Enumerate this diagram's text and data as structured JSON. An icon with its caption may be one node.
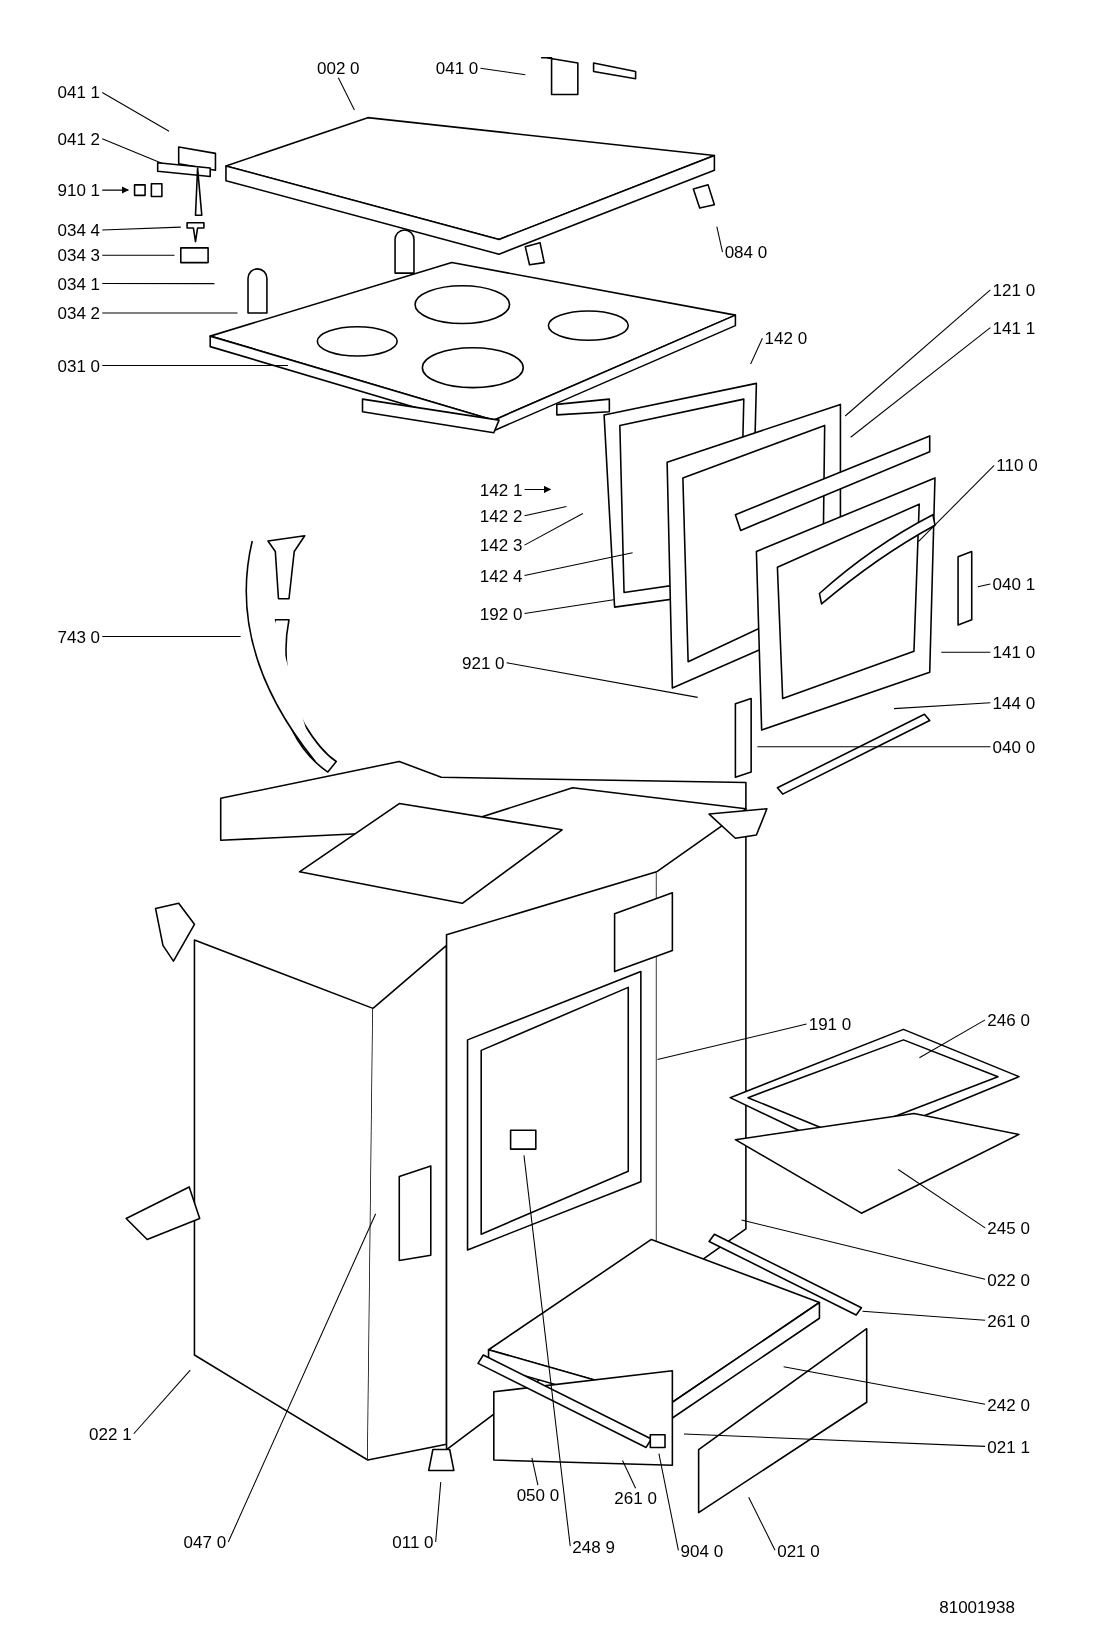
{
  "diagram": {
    "nodes": [
      {
        "text": [
          "041 1"
        ]
      },
      {
        "text": [
          "002 0"
        ]
      },
      {
        "text": [
          "041 0"
        ]
      },
      {
        "text": [
          "041 2"
        ]
      },
      {
        "text": [
          "910 1"
        ]
      },
      {
        "text": [
          "034 4"
        ]
      },
      {
        "text": [
          "034 3"
        ]
      },
      {
        "text": [
          "084 0"
        ]
      },
      {
        "text": [
          "034 1"
        ]
      },
      {
        "text": [
          "034 2"
        ]
      },
      {
        "text": [
          "121 0"
        ]
      },
      {
        "text": [
          "141 1"
        ]
      },
      {
        "text": [
          "142 0"
        ]
      },
      {
        "text": [
          "031 0"
        ]
      },
      {
        "text": [
          "110 0"
        ]
      },
      {
        "text": [
          "142 1"
        ]
      },
      {
        "text": [
          "142 2"
        ]
      },
      {
        "text": [
          "142 3"
        ]
      },
      {
        "text": [
          "142 4"
        ]
      },
      {
        "text": [
          "192 0"
        ]
      },
      {
        "text": [
          "040 1"
        ]
      },
      {
        "text": [
          "743 0"
        ]
      },
      {
        "text": [
          "921 0"
        ]
      },
      {
        "text": [
          "141 0"
        ]
      },
      {
        "text": [
          "144 0"
        ]
      },
      {
        "text": [
          "040 0"
        ]
      },
      {
        "text": [
          "191 0"
        ]
      },
      {
        "text": [
          "246 0"
        ]
      },
      {
        "text": [
          "245 0"
        ]
      },
      {
        "text": [
          "022 0"
        ]
      },
      {
        "text": [
          "261 0"
        ]
      },
      {
        "text": [
          "242 0"
        ]
      },
      {
        "text": [
          "021 1"
        ]
      },
      {
        "text": [
          "022 1"
        ]
      },
      {
        "text": [
          "047 0"
        ]
      },
      {
        "text": [
          "011 0"
        ]
      },
      {
        "text": [
          "050 0"
        ]
      },
      {
        "text": [
          "261 0"
        ]
      },
      {
        "text": [
          "248 9"
        ]
      },
      {
        "text": [
          "904 0"
        ]
      },
      {
        "text": [
          "021 0"
        ]
      }
    ],
    "edges": [
      {
        "from": 0,
        "to": null,
        "arrow": "none"
      },
      {
        "from": 1,
        "to": null,
        "arrow": "none"
      },
      {
        "from": 2,
        "to": null,
        "arrow": "none"
      },
      {
        "from": 3,
        "to": null,
        "arrow": "none"
      },
      {
        "from": 4,
        "to": null,
        "arrow": "to"
      },
      {
        "from": 5,
        "to": null,
        "arrow": "none"
      },
      {
        "from": 6,
        "to": null,
        "arrow": "none"
      },
      {
        "from": 7,
        "to": null,
        "arrow": "none"
      },
      {
        "from": 8,
        "to": null,
        "arrow": "none"
      },
      {
        "from": 9,
        "to": null,
        "arrow": "none"
      },
      {
        "from": 10,
        "to": null,
        "arrow": "none"
      },
      {
        "from": 11,
        "to": null,
        "arrow": "none"
      },
      {
        "from": 12,
        "to": null,
        "arrow": "none"
      },
      {
        "from": 13,
        "to": null,
        "arrow": "none"
      },
      {
        "from": 14,
        "to": null,
        "arrow": "none"
      },
      {
        "from": 15,
        "to": null,
        "arrow": "to"
      },
      {
        "from": 16,
        "to": null,
        "arrow": "none"
      },
      {
        "from": 17,
        "to": null,
        "arrow": "none"
      },
      {
        "from": 18,
        "to": null,
        "arrow": "none"
      },
      {
        "from": 19,
        "to": null,
        "arrow": "none"
      },
      {
        "from": 20,
        "to": null,
        "arrow": "none"
      },
      {
        "from": 21,
        "to": null,
        "arrow": "none"
      },
      {
        "from": 22,
        "to": null,
        "arrow": "none"
      },
      {
        "from": 23,
        "to": null,
        "arrow": "none"
      },
      {
        "from": 24,
        "to": null,
        "arrow": "none"
      },
      {
        "from": 25,
        "to": null,
        "arrow": "none"
      },
      {
        "from": 26,
        "to": null,
        "arrow": "none"
      },
      {
        "from": 27,
        "to": null,
        "arrow": "none"
      },
      {
        "from": 28,
        "to": null,
        "arrow": "none"
      },
      {
        "from": 29,
        "to": null,
        "arrow": "none"
      },
      {
        "from": 30,
        "to": null,
        "arrow": "none"
      },
      {
        "from": 31,
        "to": null,
        "arrow": "none"
      },
      {
        "from": 32,
        "to": null,
        "arrow": "none"
      },
      {
        "from": 33,
        "to": null,
        "arrow": "none"
      },
      {
        "from": 34,
        "to": null,
        "arrow": "none"
      },
      {
        "from": 35,
        "to": null,
        "arrow": "none"
      },
      {
        "from": 36,
        "to": null,
        "arrow": "none"
      },
      {
        "from": 37,
        "to": null,
        "arrow": "none"
      },
      {
        "from": 38,
        "to": null,
        "arrow": "none"
      },
      {
        "from": 39,
        "to": null,
        "arrow": "none"
      },
      {
        "from": 40,
        "to": null,
        "arrow": "none"
      }
    ],
    "labels": [
      "81001938"
    ]
  }
}
